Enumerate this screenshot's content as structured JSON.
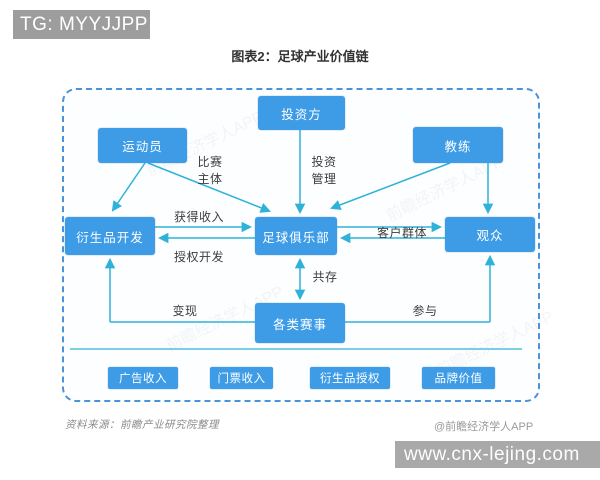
{
  "badge": {
    "text": "TG: MYYJJPP"
  },
  "title": "图表2：足球产业价值链",
  "diagram": {
    "nodes": {
      "investor": "投资方",
      "athlete": "运动员",
      "coach": "教练",
      "derivatives": "衍生品开发",
      "club": "足球俱乐部",
      "audience": "观众",
      "events": "各类赛事"
    },
    "revenue_nodes": {
      "ad": "广告收入",
      "ticket": "门票收入",
      "licensing": "衍生品授权",
      "brand": "品牌价值"
    },
    "edge_labels": {
      "match_subject": "比赛\n主体",
      "investment_mgmt": "投资\n管理",
      "gain_income": "获得收入",
      "license_dev": "授权开发",
      "customer_group": "客户群体",
      "coexist": "共存",
      "monetize": "变现",
      "participate": "参与"
    },
    "colors": {
      "node_fill": "#3E9CE7",
      "arrow": "#2FB2D8",
      "frame_border": "#4A92D9"
    },
    "watermark": "前瞻经济学人APP"
  },
  "footer": {
    "source": "资料来源：前瞻产业研究院整理",
    "credit": "@前瞻经济学人APP"
  },
  "site_bar": {
    "text": "www.cnx-lejing.com"
  }
}
